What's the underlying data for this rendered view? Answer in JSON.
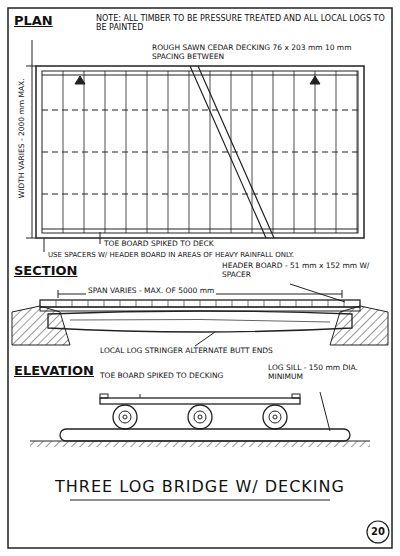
{
  "diagram": {
    "title": "THREE LOG BRIDGE W/ DECKING",
    "nodes": [
      {
        "text": [
          "20"
        ]
      }
    ],
    "labels": [
      "PLAN",
      "NOTE: ALL TIMBER TO BE PRESSURE TREATED AND ALL LOCAL LOGS TO BE PAINTED",
      "ROUGH SAWN CEDAR DECKING 76 x 203 mm 10 mm SPACING BETWEEN",
      "WIDTH VARIES - 2000 mm MAX.",
      "TOE BOARD SPIKED TO DECK",
      "USE SPACERS W/ HEADER BOARD IN AREAS OF HEAVY RAINFALL ONLY.",
      "SECTION",
      "SPAN VARIES - MAX. OF 5000 mm",
      "HEADER BOARD - 51 mm x 152 mm W/ SPACER",
      "LOCAL LOG STRINGER ALTERNATE BUTT ENDS",
      "ELEVATION",
      "TOE BOARD SPIKED TO DECKING",
      "LOG SILL - 150 mm DIA. MINIMUM"
    ]
  }
}
